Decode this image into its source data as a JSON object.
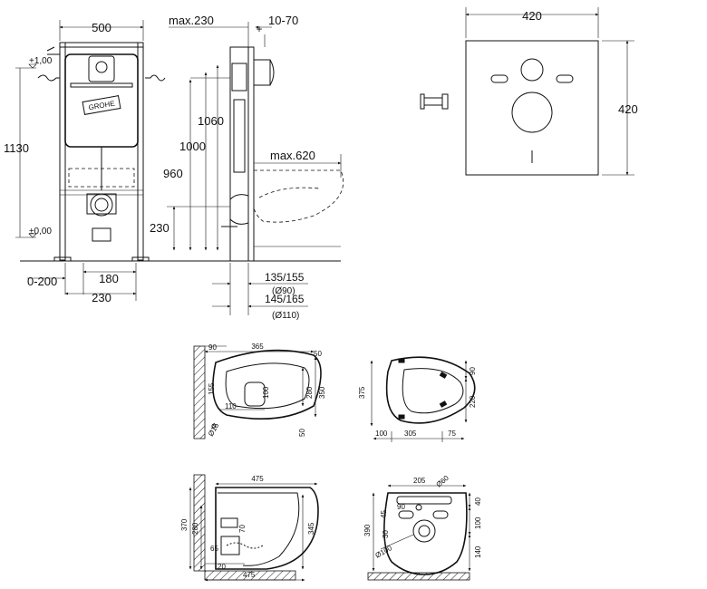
{
  "frame_front": {
    "width": "500",
    "height_total": "1130",
    "level_top": "+1,00",
    "level_floor": "±0,00",
    "offset_range": "0-200",
    "outlet_spacing": "180",
    "outlet_width": "230"
  },
  "frame_side": {
    "depth_max": "max.230",
    "wall_offset": "10-70",
    "h_1060": "1060",
    "h_1000": "1000",
    "h_960": "960",
    "h_230": "230",
    "pan_projection": "max.620",
    "drain_a": "135/155",
    "drain_a_dia": "(Ø90)",
    "drain_b": "145/165",
    "drain_b_dia": "(Ø110)"
  },
  "sound_pad": {
    "width": "420",
    "height": "420"
  },
  "bowl_top": {
    "d_90": "90",
    "d_365": "365",
    "d_50_top": "50",
    "d_280": "280",
    "d_350": "350",
    "d_155": "155",
    "d_110": "110",
    "d_100": "100",
    "d_50_bottom": "50",
    "d_dia15": "Ø15"
  },
  "seat_top": {
    "d_375": "375",
    "d_90": "90",
    "d_220": "220",
    "d_100": "100",
    "d_305": "305",
    "d_75": "75"
  },
  "bowl_side": {
    "d_475_top": "475",
    "d_370": "370",
    "d_280": "280",
    "d_345": "345",
    "d_70": "70",
    "d_65": "65",
    "d_20": "20",
    "d_475_bottom": "475"
  },
  "bowl_back": {
    "d_205": "205",
    "d_dia60": "Ø60",
    "d_40": "40",
    "d_390": "390",
    "d_45": "45",
    "d_90": "90",
    "d_100": "100",
    "d_30": "30",
    "d_dia100": "Ø100",
    "d_140": "140"
  },
  "brand_logo": "GROHE"
}
